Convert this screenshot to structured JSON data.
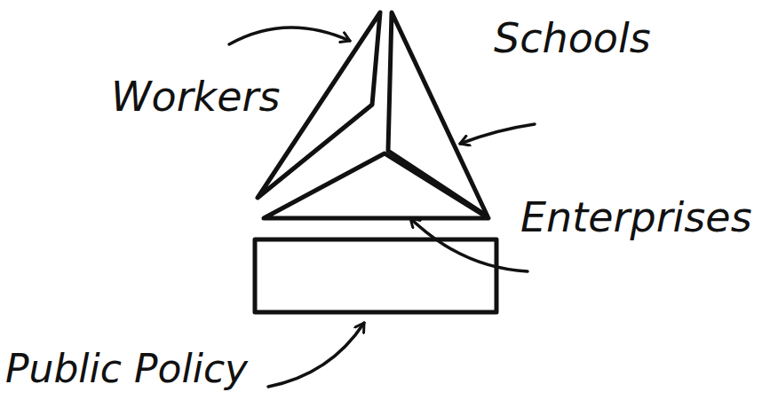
{
  "diagram": {
    "nodes": [
      {
        "text": [
          "Workers"
        ]
      },
      {
        "text": [
          "Schools"
        ]
      },
      {
        "text": [
          "Enterprises"
        ]
      },
      {
        "text": [
          "Public Policy"
        ]
      }
    ]
  }
}
